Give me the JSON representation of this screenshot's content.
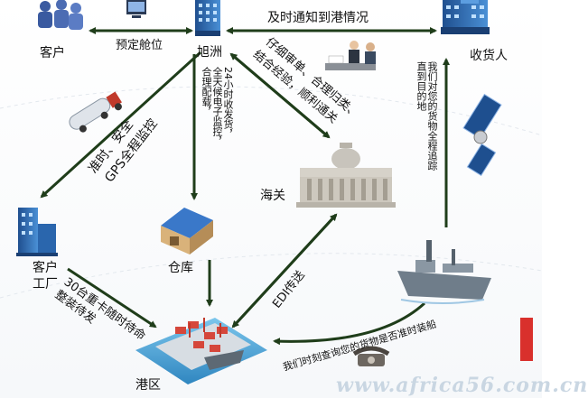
{
  "nodes": {
    "customer": "客户",
    "xuzhou": "旭洲",
    "consignee": "收货人",
    "customs": "海关",
    "factory_line1": "客户",
    "factory_line2": "工厂",
    "warehouse": "仓库",
    "port": "港区"
  },
  "edges": {
    "notify_arrival": "及时通知到港情况",
    "book_space": "预定舱位",
    "customs_line1": "仔细审单、合理归类、",
    "customs_line2": "结合经验，顺利通关",
    "monitor_vertical": "24小时收发货，\n全天候电子监控，\n合理配载，",
    "tracking_vertical": "我们对您的货物全程追踪\n直到目的地",
    "gps_line1": "准时、安全",
    "gps_line2": "GPS全程监控",
    "trucks_line1": "30台重卡随时待命",
    "trucks_line2": "整装待发",
    "edi": "EDI传送",
    "query": "我们时刻查询您的货物是否准时装船"
  },
  "watermark": "www.africa56.com.cn",
  "colors": {
    "arrow": "#1f3d1a",
    "building_blue": "#2f6fb8",
    "ship_gray": "#6f7d8a",
    "water": "#52a9d9"
  }
}
